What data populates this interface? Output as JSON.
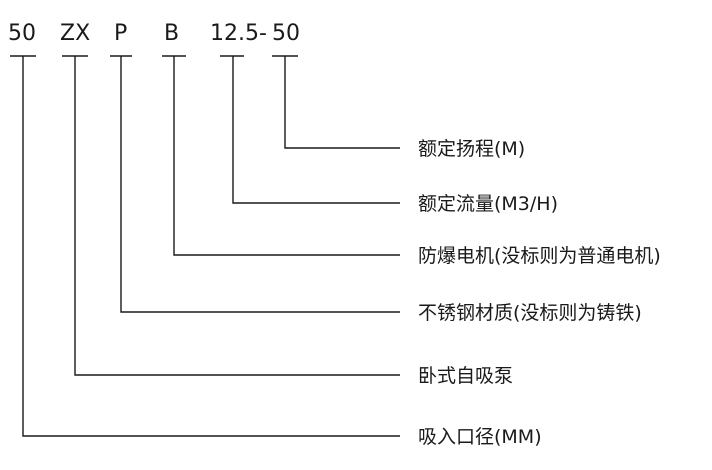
{
  "code_parts": [
    {
      "text": "50"
    },
    {
      "text": "ZX"
    },
    {
      "text": "P"
    },
    {
      "text": "B"
    },
    {
      "text": "12.5"
    },
    {
      "text": "-"
    },
    {
      "text": "50"
    }
  ],
  "descriptions": [
    {
      "text": "额定扬程(M)"
    },
    {
      "text": "额定流量(M3/H)"
    },
    {
      "text": "防爆电机(没标则为普通电机)"
    },
    {
      "text": "不锈钢材质(没标则为铸铁)"
    },
    {
      "text": "卧式自吸泵"
    },
    {
      "text": "吸入口径(MM)"
    }
  ]
}
